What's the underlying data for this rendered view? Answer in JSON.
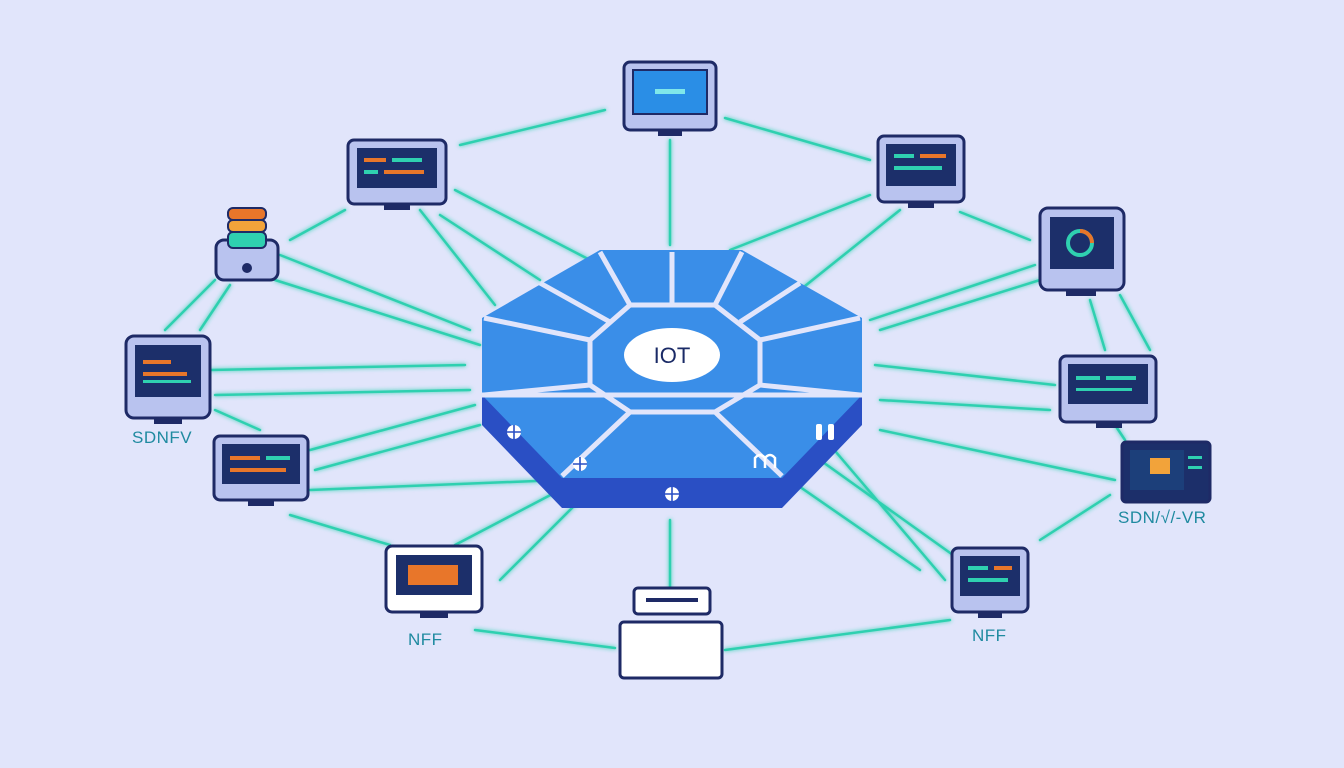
{
  "hub": {
    "label": "IOT"
  },
  "labels": {
    "left": "SDNFV",
    "right": "SDN/√/-VR",
    "bottom_left": "NFF",
    "bottom_right": "NFF"
  },
  "colors": {
    "background": "#e1e5fb",
    "link": "#2fd0b0",
    "hub_top": "#3a8ee8",
    "hub_side": "#2a4fc4",
    "device_frame": "#1e2a66",
    "device_body": "#b9c3ef",
    "screen": "#1c2f6a",
    "accent_orange": "#e8762a",
    "accent_teal": "#2fd0b0"
  },
  "icons": [
    "monitor-icon",
    "database-icon",
    "router-icon",
    "globe-icon"
  ]
}
